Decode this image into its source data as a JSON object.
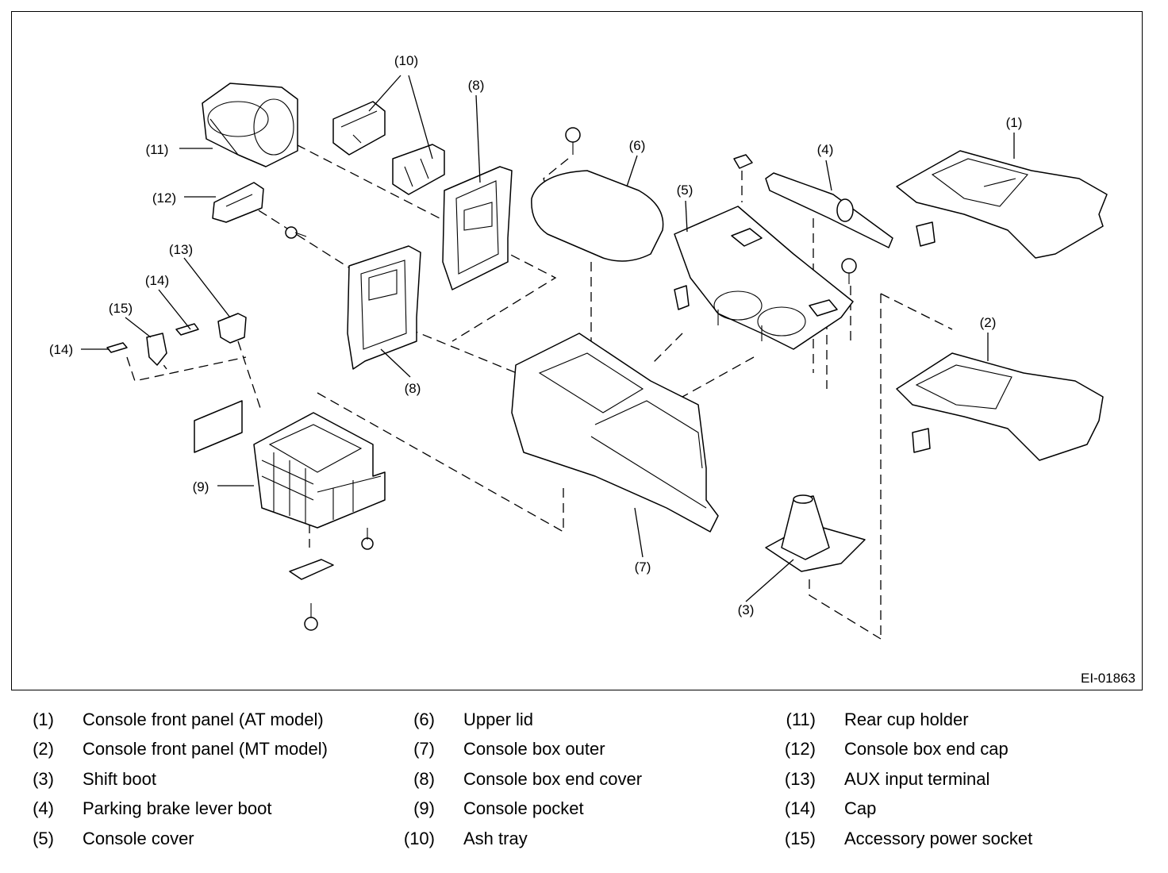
{
  "figure_id": "EI-01863",
  "callouts": {
    "c1": "(1)",
    "c2": "(2)",
    "c3": "(3)",
    "c4": "(4)",
    "c5": "(5)",
    "c6": "(6)",
    "c7": "(7)",
    "c8a": "(8)",
    "c8b": "(8)",
    "c9": "(9)",
    "c10": "(10)",
    "c11": "(11)",
    "c12": "(12)",
    "c13": "(13)",
    "c14a": "(14)",
    "c14b": "(14)",
    "c15": "(15)"
  },
  "legend": [
    [
      {
        "num": "(1)",
        "label": "Console front panel (AT model)"
      },
      {
        "num": "(2)",
        "label": "Console front panel (MT model)"
      },
      {
        "num": "(3)",
        "label": "Shift boot"
      },
      {
        "num": "(4)",
        "label": "Parking brake lever boot"
      },
      {
        "num": "(5)",
        "label": "Console cover"
      }
    ],
    [
      {
        "num": "(6)",
        "label": "Upper lid"
      },
      {
        "num": "(7)",
        "label": "Console box outer"
      },
      {
        "num": "(8)",
        "label": "Console box end cover"
      },
      {
        "num": "(9)",
        "label": "Console pocket"
      },
      {
        "num": "(10)",
        "label": "Ash tray"
      }
    ],
    [
      {
        "num": "(11)",
        "label": "Rear cup holder"
      },
      {
        "num": "(12)",
        "label": "Console box end cap"
      },
      {
        "num": "(13)",
        "label": "AUX input terminal"
      },
      {
        "num": "(14)",
        "label": "Cap"
      },
      {
        "num": "(15)",
        "label": "Accessory power socket"
      }
    ]
  ]
}
